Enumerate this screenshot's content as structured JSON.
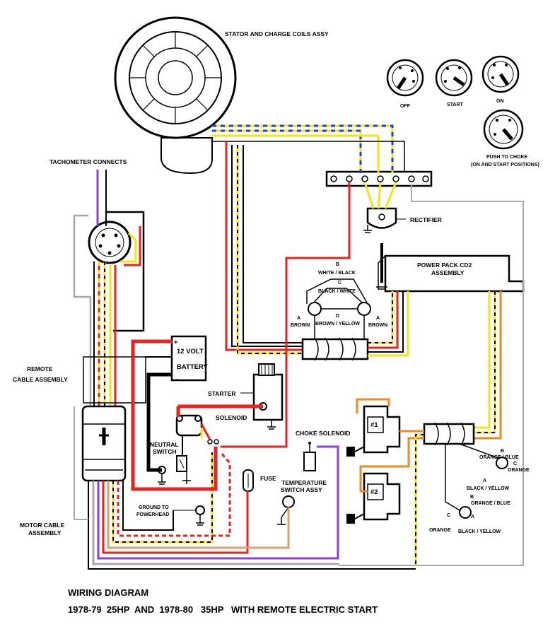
{
  "labels": {
    "stator": "STATOR AND CHARGE COILS ASSY",
    "tach": "TACHOMETER CONNECTS",
    "rectifier": "RECTIFIER",
    "power_pack_1": "POWER PACK CD2",
    "power_pack_2": "ASSEMBLY",
    "remote_cable_1": "REMOTE",
    "remote_cable_2": "CABLE ASSEMBLY",
    "battery_1": "12 VOLT",
    "battery_2": "BATTERY",
    "starter": "STARTER",
    "solenoid": "SOLENOID",
    "neutral_1": "NEUTRAL",
    "neutral_2": "SWITCH",
    "choke_solenoid": "CHOKE SOLENOID",
    "fuse": "FUSE",
    "temp_1": "TEMPERATURE",
    "temp_2": "SWITCH ASSY",
    "ground_1": "GROUND TO",
    "ground_2": "POWERHEAD",
    "motor_cable_1": "MOTOR CABLE",
    "motor_cable_2": "ASSEMBLY",
    "off": "OFF",
    "start": "START",
    "on": "ON",
    "push_choke_1": "PUSH TO CHOKE",
    "push_choke_2": "(ON AND START POSITIONS)",
    "coil1": "#1",
    "coil2": "#2",
    "wire_b": "B",
    "wire_white_black": "WHITE / BLACK",
    "wire_c": "C",
    "wire_black_white": "BLACK / WHITE",
    "wire_a": "A",
    "wire_brown": "BROWN",
    "wire_d": "D",
    "wire_brown_yellow": "BROWN / YELLOW",
    "orange_blue": "ORANGE / BLUE",
    "orange": "ORANGE",
    "black_yellow": "BLACK / YELLOW",
    "plus": "+",
    "minus": "−"
  },
  "title": {
    "line1": "WIRING DIAGRAM",
    "line2": "1978-79  25HP  AND  1978-80   35HP   WITH REMOTE ELECTRIC START"
  },
  "colors": {
    "red": "#e8231f",
    "yellow": "#f5e21a",
    "blue": "#1d3fd8",
    "purple": "#8a3fe0",
    "orange": "#f08a1e",
    "gray": "#a8a8a8",
    "tan": "#d9a070",
    "black": "#000000"
  }
}
